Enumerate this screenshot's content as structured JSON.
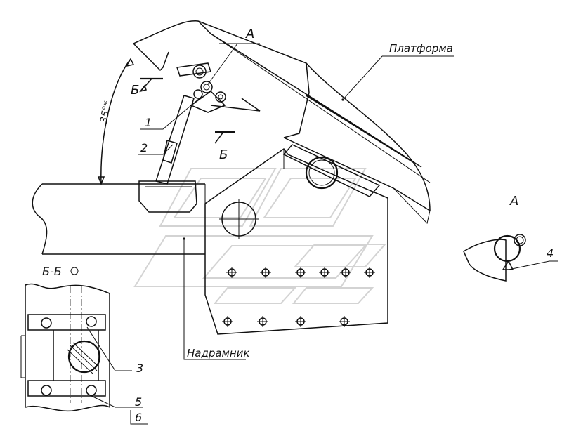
{
  "labels": {
    "view_a_marker": "А",
    "view_a_title": "А",
    "section_b_left": "Б",
    "section_b_right": "Б",
    "section_title": "Б-Б",
    "angle": "35°*",
    "platform": "Платформа",
    "subframe": "Надрамник",
    "part_1": "1",
    "part_2": "2",
    "part_3": "3",
    "part_4": "4",
    "part_5": "5",
    "part_6": "6"
  }
}
